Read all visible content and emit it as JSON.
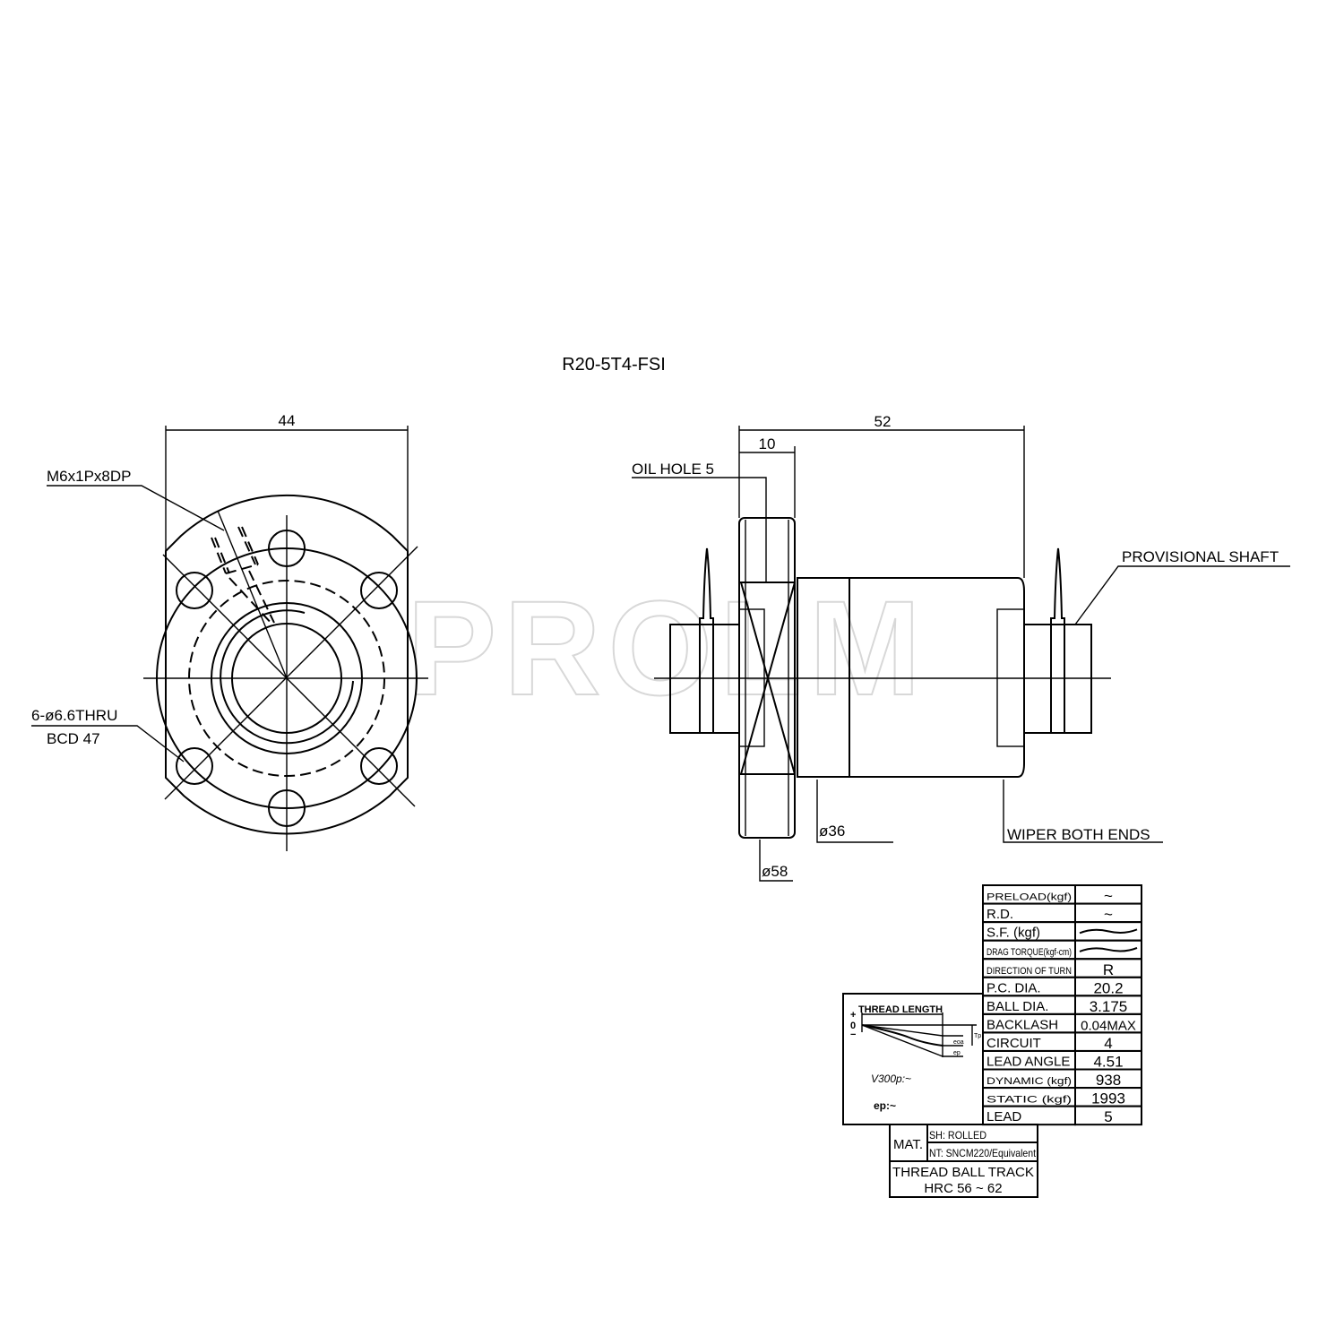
{
  "title": "R20-5T4-FSI",
  "watermark": "PROLM",
  "front_view": {
    "width_dim": "44",
    "tap_callout": "M6x1Px8DP",
    "hole_callout": "6-ø6.6THRU",
    "bcd_callout": "BCD 47"
  },
  "side_view": {
    "length_dim": "52",
    "flange_thickness_dim": "10",
    "oil_hole": "OIL HOLE 5",
    "provisional_shaft": "PROVISIONAL SHAFT",
    "body_dia": "ø36",
    "flange_dia": "ø58",
    "wiper": "WIPER BOTH ENDS"
  },
  "spec_table": [
    {
      "label": "PRELOAD(kgf)",
      "value": "~"
    },
    {
      "label": "R.D.",
      "value": "~"
    },
    {
      "label": "S.F. (kgf)",
      "value": ""
    },
    {
      "label": "DRAG TORQUE(kgf-cm)",
      "value": ""
    },
    {
      "label": "DIRECTION OF TURN",
      "value": "R"
    },
    {
      "label": "P.C. DIA.",
      "value": "20.2"
    },
    {
      "label": "BALL DIA.",
      "value": "3.175"
    },
    {
      "label": "BACKLASH",
      "value": "0.04MAX"
    },
    {
      "label": "CIRCUIT",
      "value": "4"
    },
    {
      "label": "LEAD ANGLE",
      "value": "4.51"
    },
    {
      "label": "DYNAMIC (kgf)",
      "value": "938"
    },
    {
      "label": "STATIC (kgf)",
      "value": "1993"
    },
    {
      "label": "LEAD",
      "value": "5"
    }
  ],
  "lead_chart": {
    "title": "THREAD LENGTH",
    "plus": "+",
    "zero": "0",
    "minus": "−",
    "tp": "Tp",
    "e300": "eoa",
    "ep_mark": "ep",
    "v300": "V300p:~",
    "ep": "ep:~"
  },
  "material": {
    "label": "MAT.",
    "shaft": "SH: ROLLED",
    "nut": "NT: SNCM220/Equivalent",
    "hardness_title": "THREAD BALL TRACK",
    "hardness": "HRC 56 ~ 62"
  }
}
